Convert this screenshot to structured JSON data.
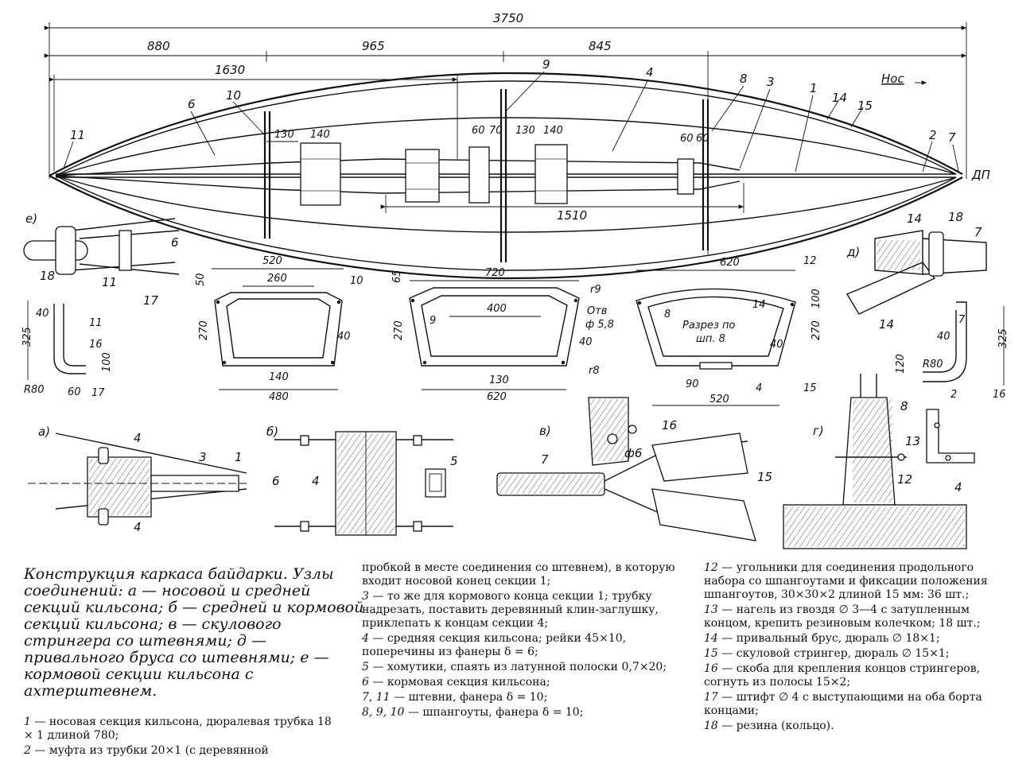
{
  "caption": "Конструкция каркаса байдарки. Узлы соединений: а — носовой и средней секций кильсона; б — средней и кормовой секций кильсона; в — скулового стрингера со штевнями; д — привального бруса со штевнями; е — кормовой секции кильсона с ахтерштевнем.",
  "labels": {
    "total_length": "3750",
    "len_880": "880",
    "len_965": "965",
    "len_845": "845",
    "len_1630": "1630",
    "len_1510": "1510",
    "nos": "Нос",
    "dp": "ДП",
    "w130a": "130",
    "w140a": "140",
    "w60": "60",
    "w70": "70",
    "w130b": "130",
    "w140b": "140",
    "w60b": "60",
    "w60c": "60",
    "n1": "1",
    "n2": "2",
    "n3": "3",
    "n4": "4",
    "n6": "6",
    "n7": "7",
    "n8": "8",
    "n9": "9",
    "n10": "10",
    "n11": "11",
    "n14": "14",
    "n15": "15",
    "det_e": "е)",
    "det_d": "д)",
    "det_a": "а)",
    "det_b": "б)",
    "det_v": "в)",
    "det_g": "г)",
    "e18": "18",
    "e11": "11",
    "e17": "17",
    "e6": "6",
    "f10_520": "520",
    "f10_260": "260",
    "f10_50": "50",
    "f10_270": "270",
    "f10_40": "40",
    "f10_140": "140",
    "f10_480": "480",
    "f10_10": "10",
    "f9_720": "720",
    "f9_400": "400",
    "f9_65": "65",
    "f9_270": "270",
    "f9_40": "40",
    "f9_130": "130",
    "f9_620": "620",
    "f9_9": "9",
    "f9_r9": "r9",
    "f9_otv": "Отв",
    "f9_d58": "ф 5,8",
    "f9_r8": "r8",
    "f8_620": "620",
    "f8_12": "12",
    "f8_14": "14",
    "f8_8": "8",
    "f8_100": "100",
    "f8_270": "270",
    "f8_40": "40",
    "f8_90": "90",
    "f8_520": "520",
    "f8_4": "4",
    "f8_15": "15",
    "f8_sec1": "Разрез по",
    "f8_sec2": "шп. 8",
    "k_40": "40",
    "k_11": "11",
    "k_325": "325",
    "k_16": "16",
    "k_100": "100",
    "k_r80": "R80",
    "k_60": "60",
    "k_17": "17",
    "s_7": "7",
    "s_40": "40",
    "s_325": "325",
    "s_120": "120",
    "s_r80": "R80",
    "s_2": "2",
    "s_16": "16",
    "d_14a": "14",
    "d_18": "18",
    "d_7": "7",
    "d_14b": "14",
    "a_4a": "4",
    "a_3": "3",
    "a_1": "1",
    "a_4b": "4",
    "b_6": "6",
    "b_4": "4",
    "b_5": "5",
    "v_16": "16",
    "v_d6": "ф6",
    "v_7": "7",
    "v_15": "15",
    "g_8": "8",
    "g_13": "13",
    "g_12": "12",
    "g_4": "4"
  },
  "legend_left": [
    {
      "num": "1 —",
      "text": "носовая секция кильсона, дюралевая трубка 18 × 1 длиной 780;"
    },
    {
      "num": "2 —",
      "text": "муфта из трубки 20×1 (с деревянной"
    }
  ],
  "legend_mid": [
    {
      "num": "",
      "text": "пробкой в месте соединения со штевнем), в которую входит носовой конец секции 1;"
    },
    {
      "num": "3 —",
      "text": "то же для кормового конца секции 1; трубку надрезать, поставить деревянный клин-заглушку, приклепать к концам секции 4;"
    },
    {
      "num": "4 —",
      "text": "средняя секция кильсона; рейки 45×10, поперечины из фанеры δ = 6;"
    },
    {
      "num": "5 —",
      "text": "хомутики, спаять из латунной полоски 0,7×20;"
    },
    {
      "num": "6 —",
      "text": "кормовая секция кильсона;"
    },
    {
      "num": "7, 11 —",
      "text": "штевни, фанера δ = 10;"
    },
    {
      "num": "8, 9, 10 —",
      "text": "шпангоуты, фанера δ = 10;"
    }
  ],
  "legend_right": [
    {
      "num": "12 —",
      "text": "угольники для соединения продольного набора со шпангоутами и фиксации положения шпангоутов, 30×30×2 длиной 15 мм: 36 шт.;"
    },
    {
      "num": "13 —",
      "text": "нагель из гвоздя ∅ 3—4 с затупленным концом, крепить резиновым колечком; 18 шт.;"
    },
    {
      "num": "14 —",
      "text": "привальный брус, дюраль ∅ 18×1;"
    },
    {
      "num": "15 —",
      "text": "скуловой стрингер, дюраль ∅ 15×1;"
    },
    {
      "num": "16 —",
      "text": "скоба для крепления концов стрингеров, согнуть из полосы 15×2;"
    },
    {
      "num": "17 —",
      "text": "штифт ∅ 4 с выступающими на оба борта концами;"
    },
    {
      "num": "18 —",
      "text": "резина (кольцо)."
    }
  ]
}
